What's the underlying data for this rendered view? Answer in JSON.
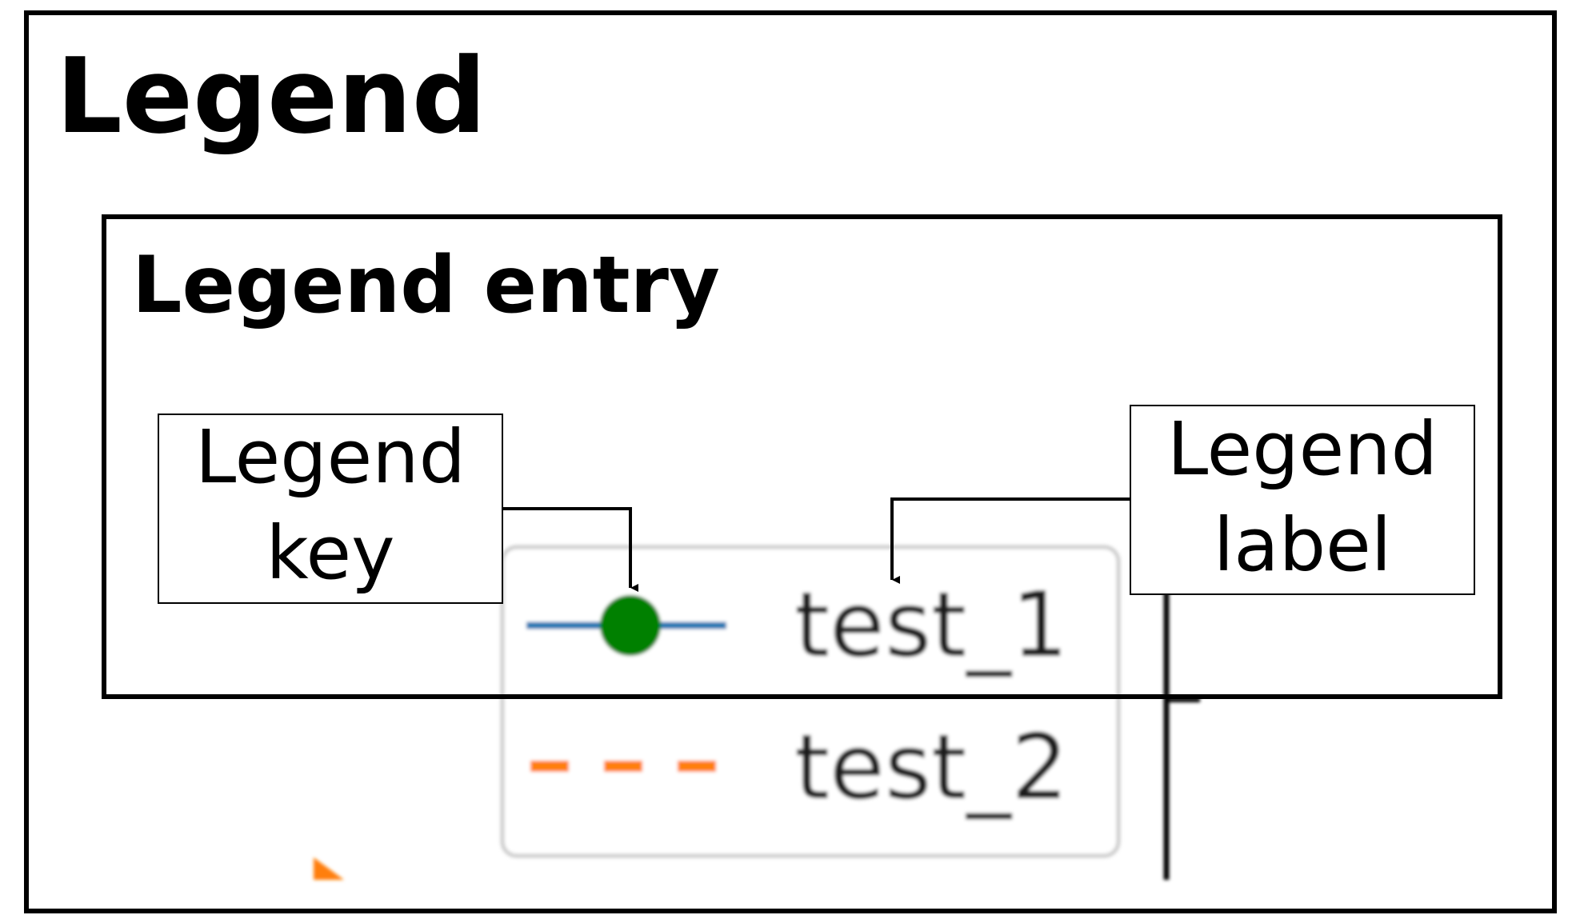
{
  "outer_box": {
    "title": "Legend"
  },
  "entry_box": {
    "title": "Legend entry"
  },
  "callouts": {
    "key": {
      "line1": "Legend",
      "line2": "key"
    },
    "label": {
      "line1": "Legend",
      "line2": "label"
    }
  },
  "legend": {
    "entries": [
      {
        "label": "test_1",
        "line_color": "#1f77b4",
        "marker_color": "#008000",
        "line_style": "solid",
        "marker": "circle"
      },
      {
        "label": "test_2",
        "line_color": "#ff7f0e",
        "line_style": "dashed",
        "marker": "none"
      }
    ]
  },
  "colors": {
    "frame": "#000000",
    "legend_frame": "#cccccc",
    "background": "#ffffff"
  }
}
